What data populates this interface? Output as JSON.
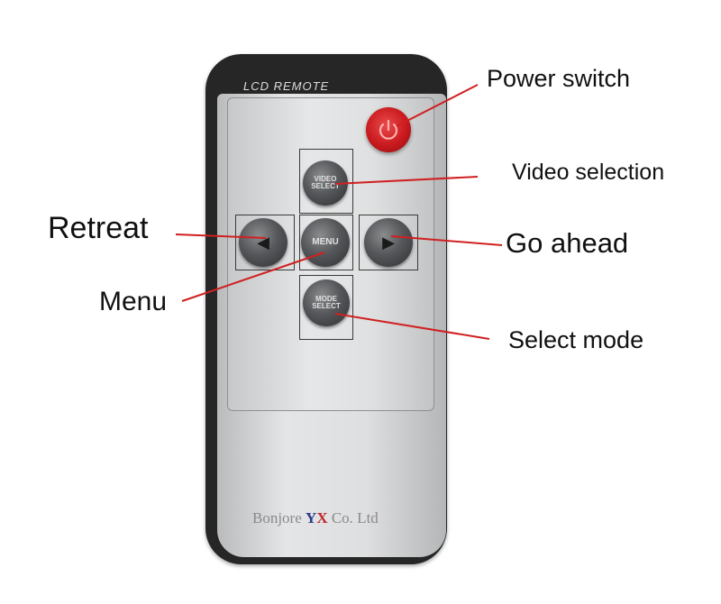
{
  "remote": {
    "header": "LCD REMOTE",
    "buttons": {
      "up": "VIDEO SELECT",
      "up_line1": "VIDEO",
      "up_line2": "SELECT",
      "left": "◀",
      "center": "MENU",
      "right": "▶",
      "down": "MODE SELECT",
      "down_line1": "MODE",
      "down_line2": "SELECT",
      "power": "⏻"
    },
    "company": {
      "prefix": "Bonjore",
      "brand_y": "Y",
      "brand_x": "X",
      "suffix": "Co. Ltd"
    }
  },
  "callouts": {
    "power": "Power switch",
    "video": "Video selection",
    "retreat": "Retreat",
    "go_ahead": "Go ahead",
    "menu": "Menu",
    "select_mode": "Select mode"
  },
  "colors": {
    "remote_body": "#262626",
    "faceplate": "#dedfe0",
    "button": "#55575a",
    "power_button": "#c9191e",
    "leader_line": "#d02020",
    "label_text": "#111111"
  }
}
